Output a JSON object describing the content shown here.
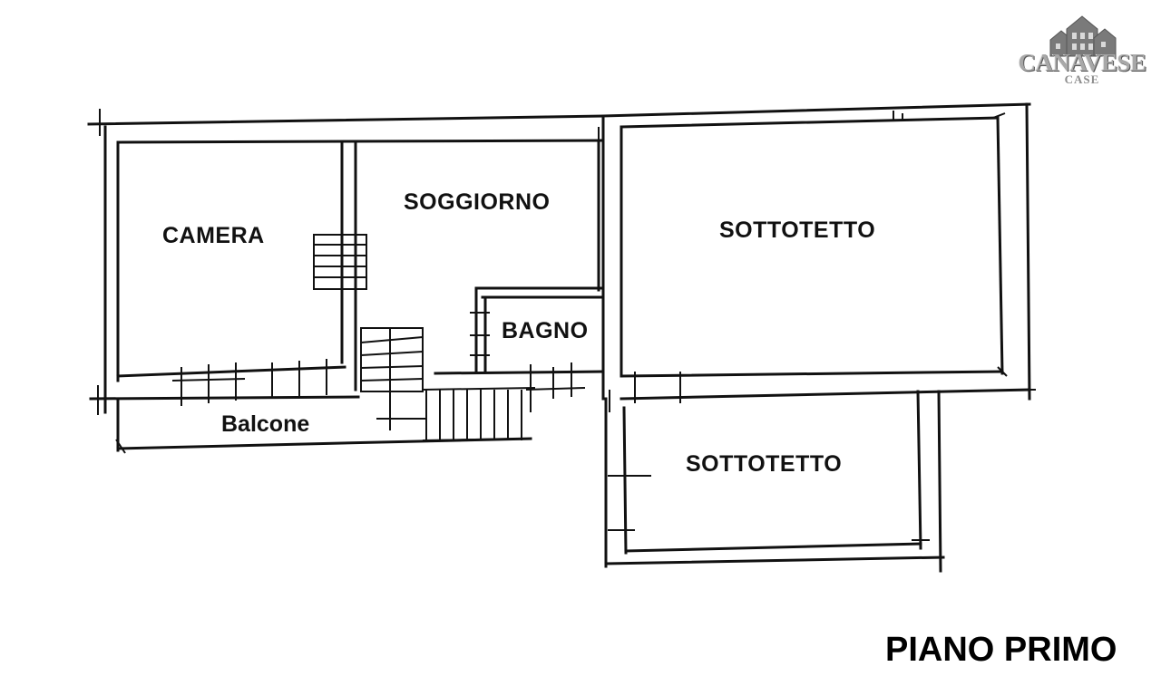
{
  "rooms": {
    "camera": "CAMERA",
    "soggiorno": "SOGGIORNO",
    "bagno": "BAGNO",
    "sottotetto_main": "SOTTOTETTO",
    "sottotetto_lower": "SOTTOTETTO",
    "balcone": "Balcone"
  },
  "floor_title": "PIANO PRIMO",
  "logo": {
    "name": "CANAVESE",
    "sub": "CASE",
    "icon": "houses-icon",
    "colors": {
      "text": "#a8a8a8",
      "houses": "#7a7a7a"
    }
  }
}
